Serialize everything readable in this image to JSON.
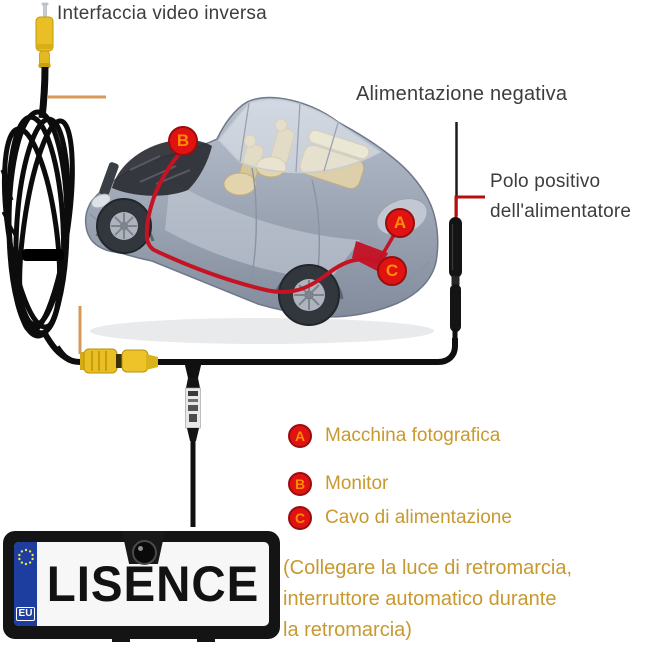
{
  "annotations": {
    "video_interface_label": "Interfaccia video inversa",
    "negative_power_label": "Alimentazione negativa",
    "positive_pole_line1": "Polo positivo",
    "positive_pole_line2": "dell'alimentatore"
  },
  "car_markers": {
    "a": "A",
    "b": "B",
    "c": "C"
  },
  "legend": {
    "items": [
      {
        "key": "A",
        "label": "Macchina fotografica"
      },
      {
        "key": "B",
        "label": "Monitor"
      },
      {
        "key": "C",
        "label": "Cavo di alimentazione"
      }
    ],
    "note_lines": [
      "(Collegare la luce di retromarcia,",
      "interruttore automatico durante",
      "la retromarcia)"
    ]
  },
  "license_plate": {
    "text": "LISENCE",
    "region_label": "EU"
  },
  "colors": {
    "accent_gold": "#c8992e",
    "leader_orange": "#d6995a",
    "marker_red": "#e01212",
    "marker_letter": "#ff8e00",
    "wire_red": "#b50f0f",
    "cable_black": "#101010",
    "rca_yellow": "#e9bf25",
    "plate_blue": "#1d3e9e",
    "label_dark": "#3d3d3d"
  }
}
